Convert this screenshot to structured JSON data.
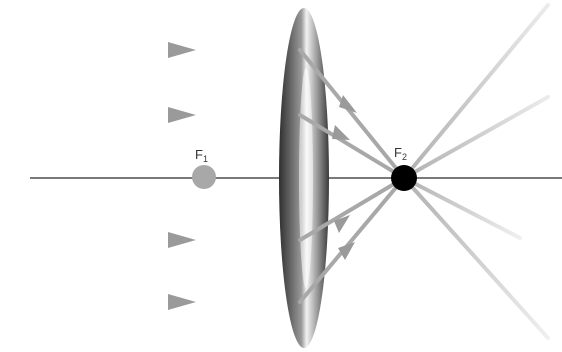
{
  "labels": {
    "f1_letter": "F",
    "f1_index": "1",
    "f2_letter": "F",
    "f2_index": "2"
  },
  "colors": {
    "background": "#ffffff",
    "axis": "#4d4d4d",
    "ray": "#b0b0b0",
    "arrowhead": "#9a9a9a",
    "focal_point_1": "#a8a8a8",
    "focal_point_2": "#000000",
    "lens_dark": "#3a3a3a",
    "lens_light": "#ffffff"
  },
  "lens": {
    "type": "converging"
  },
  "rays": {
    "count": 4
  }
}
